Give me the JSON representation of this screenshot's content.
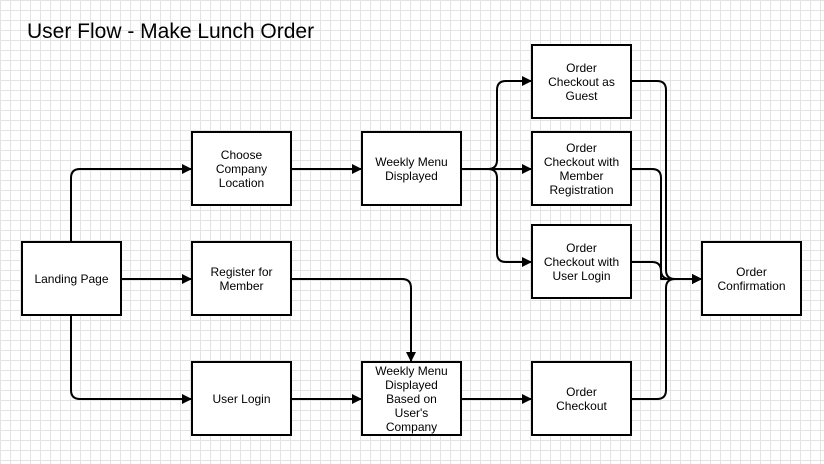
{
  "title": "User Flow - Make Lunch Order",
  "nodes": {
    "landing": "Landing Page",
    "choose": "Choose\nCompany\nLocation",
    "register": "Register for\nMember",
    "login": "User Login",
    "weekly": "Weekly Menu\nDisplayed",
    "weeklyco": "Weekly Menu\nDisplayed\nBased on\nUser's\nCompany",
    "guest": "Order\nCheckout as\nGuest",
    "member": "Order\nCheckout with\nMember\nRegistration",
    "userlogin": "Order\nCheckout with\nUser Login",
    "checkout": "Order\nCheckout",
    "confirm": "Order\nConfirmation"
  }
}
